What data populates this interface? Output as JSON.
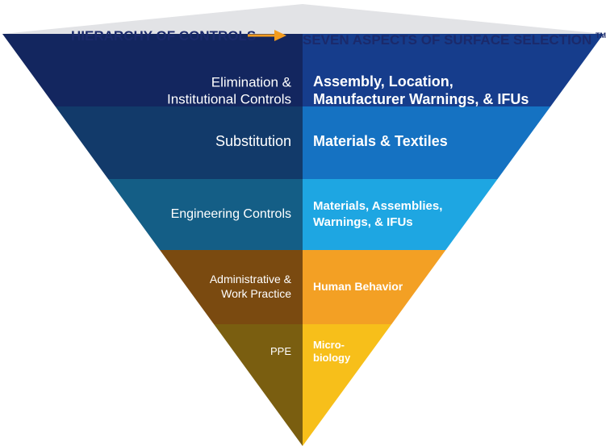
{
  "header": {
    "left": "HIERARCHY OF CONTROLS",
    "right": "SEVEN ASPECTS OF SURFACE SELECTION",
    "trademark": "TM"
  },
  "levels": [
    {
      "left_lines": [
        "Elimination &",
        "Institutional Controls"
      ],
      "right_lines": [
        "Assembly, Location,",
        "Manufacturer Warnings, & IFUs"
      ],
      "left_color": "#13265f",
      "right_color": "#163d8c"
    },
    {
      "left_lines": [
        "Substitution"
      ],
      "right_lines": [
        "Materials & Textiles"
      ],
      "left_color": "#123a6a",
      "right_color": "#1572c2"
    },
    {
      "left_lines": [
        "Engineering Controls"
      ],
      "right_lines": [
        "Materials, Assemblies,",
        "Warnings, & IFUs"
      ],
      "left_color": "#145e86",
      "right_color": "#1ea6e2"
    },
    {
      "left_lines": [
        "Administrative &",
        "Work Practice"
      ],
      "right_lines": [
        "Human Behavior"
      ],
      "left_color": "#7a4a10",
      "right_color": "#f3a024"
    },
    {
      "left_lines": [
        "PPE"
      ],
      "right_lines": [
        "Micro-",
        "biology"
      ],
      "left_color": "#7a5e10",
      "right_color": "#f7bf1a"
    }
  ],
  "colors": {
    "top_face": "#e2e3e6",
    "header_text": "#1b2a6b",
    "arrow": "#f39c1f"
  }
}
